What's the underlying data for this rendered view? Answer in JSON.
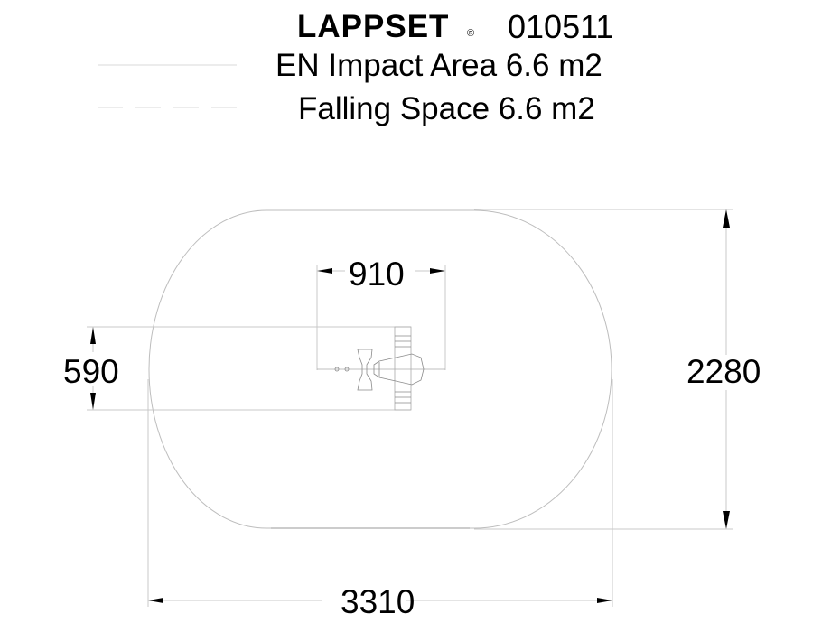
{
  "header": {
    "brand": "LAPPSET",
    "registered_mark": "®",
    "product_code": "010511"
  },
  "legend": [
    {
      "line_style": "solid",
      "label": "EN Impact Area 6.6 m2"
    },
    {
      "line_style": "dashed",
      "label": "Falling Space 6.6 m2"
    }
  ],
  "dimensions": {
    "equipment_length": "910",
    "equipment_width": "590",
    "area_height": "2280",
    "area_width": "3310"
  },
  "colors": {
    "text": "#000000",
    "lines": "#c8c8c8",
    "legend_lines": "#e6e6e6",
    "arrows": "#000000"
  }
}
